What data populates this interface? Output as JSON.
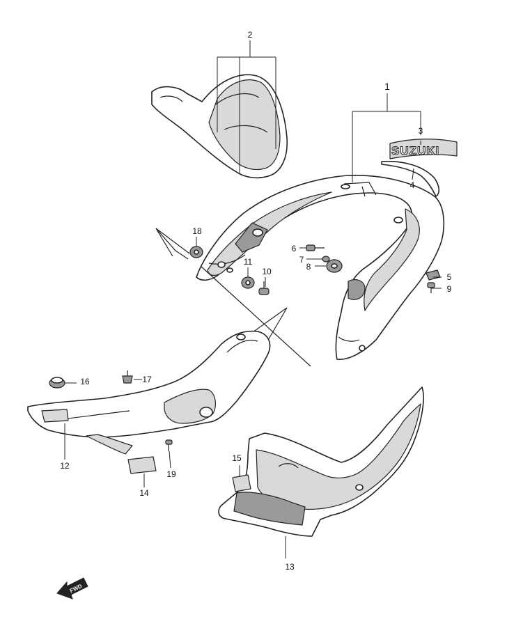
{
  "diagram": {
    "callouts": [
      "1",
      "2",
      "3",
      "4",
      "5",
      "6",
      "7",
      "8",
      "9",
      "10",
      "11",
      "12",
      "13",
      "14",
      "15",
      "16",
      "17",
      "18",
      "19"
    ],
    "emblem_text": "SUZUKI",
    "direction_text": "FWD"
  }
}
